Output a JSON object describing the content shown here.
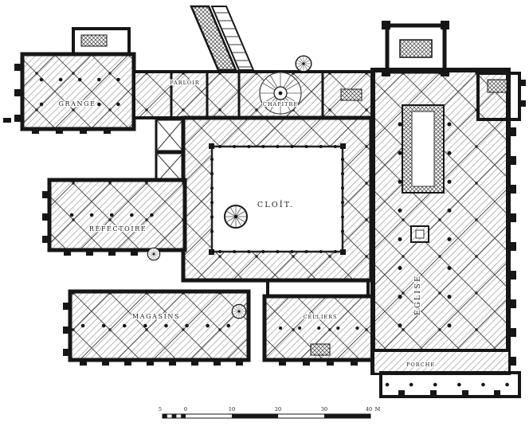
{
  "figure": {
    "kind": "engraved-architectural-floor-plan",
    "subject": "Abbey monastery ground plan"
  },
  "colors": {
    "ink": "#161616",
    "paper": "#ffffff",
    "hatch": "#9a9a9a"
  },
  "labels": {
    "grange": "GRANGE",
    "parloir": "PARLOIR",
    "chapitre": "CHAPITRE",
    "cloitre": "CLOÎT.",
    "refectoire": "RÉFECTOIRE",
    "magasins": "MAGASINS",
    "celliers": "CELLIERS",
    "eglise": "ÉGLISE",
    "porche": "PORCHE"
  },
  "scale_bar": {
    "ticks": [
      "5",
      "0",
      "10",
      "20",
      "30",
      "40"
    ],
    "unit": "M"
  }
}
